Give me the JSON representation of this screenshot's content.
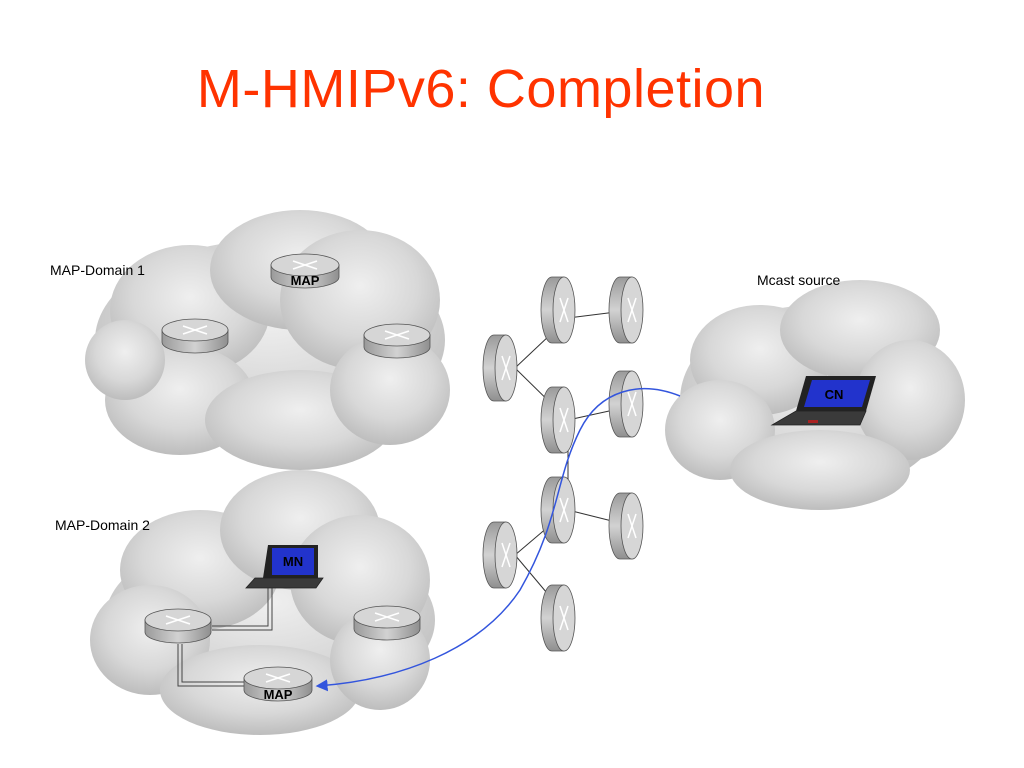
{
  "slide": {
    "title": "M-HMIPv6: Completion"
  },
  "labels": {
    "domain1": "MAP-Domain 1",
    "domain2": "MAP-Domain 2",
    "mcast_source": "Mcast source",
    "map": "MAP",
    "mn": "MN",
    "cn": "CN"
  },
  "colors": {
    "title": "#ff3300",
    "cloud": "#d0d0d0",
    "router": "#c8c8c8",
    "screen": "#2233cc",
    "path": "#3355dd"
  }
}
